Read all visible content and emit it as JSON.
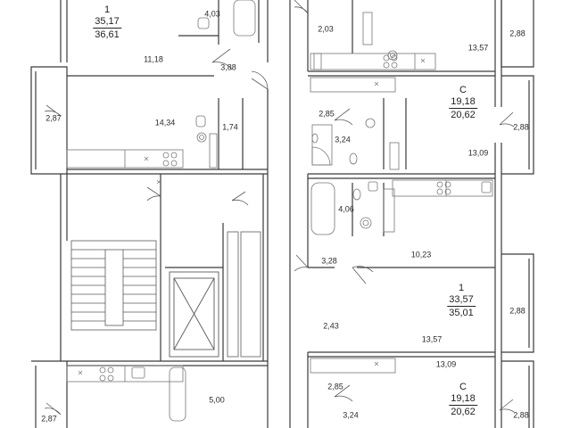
{
  "units": [
    {
      "number": "1",
      "living_area": "35,17",
      "total_area": "36,61"
    },
    {
      "number": "С",
      "living_area": "19,18",
      "total_area": "20,62"
    },
    {
      "number": "1",
      "living_area": "33,57",
      "total_area": "35,01"
    },
    {
      "number": "С",
      "living_area": "19,18",
      "total_area": "20,62"
    }
  ],
  "room_areas": [
    "4,03",
    "11,18",
    "3,88",
    "2,87",
    "14,34",
    "1,74",
    "5,00",
    "2,87",
    "2,03",
    "13,57",
    "2,88",
    "2,85",
    "3,24",
    "13,09",
    "2,88",
    "4,06",
    "10,23",
    "3,28",
    "2,43",
    "13,57",
    "2,88",
    "13,09",
    "2,85",
    "3,24",
    "2,88"
  ],
  "colors": {
    "wall": "#3a3a3a",
    "thin": "#5a5a5a",
    "fixture": "#777777",
    "text": "#2b2b2b"
  }
}
